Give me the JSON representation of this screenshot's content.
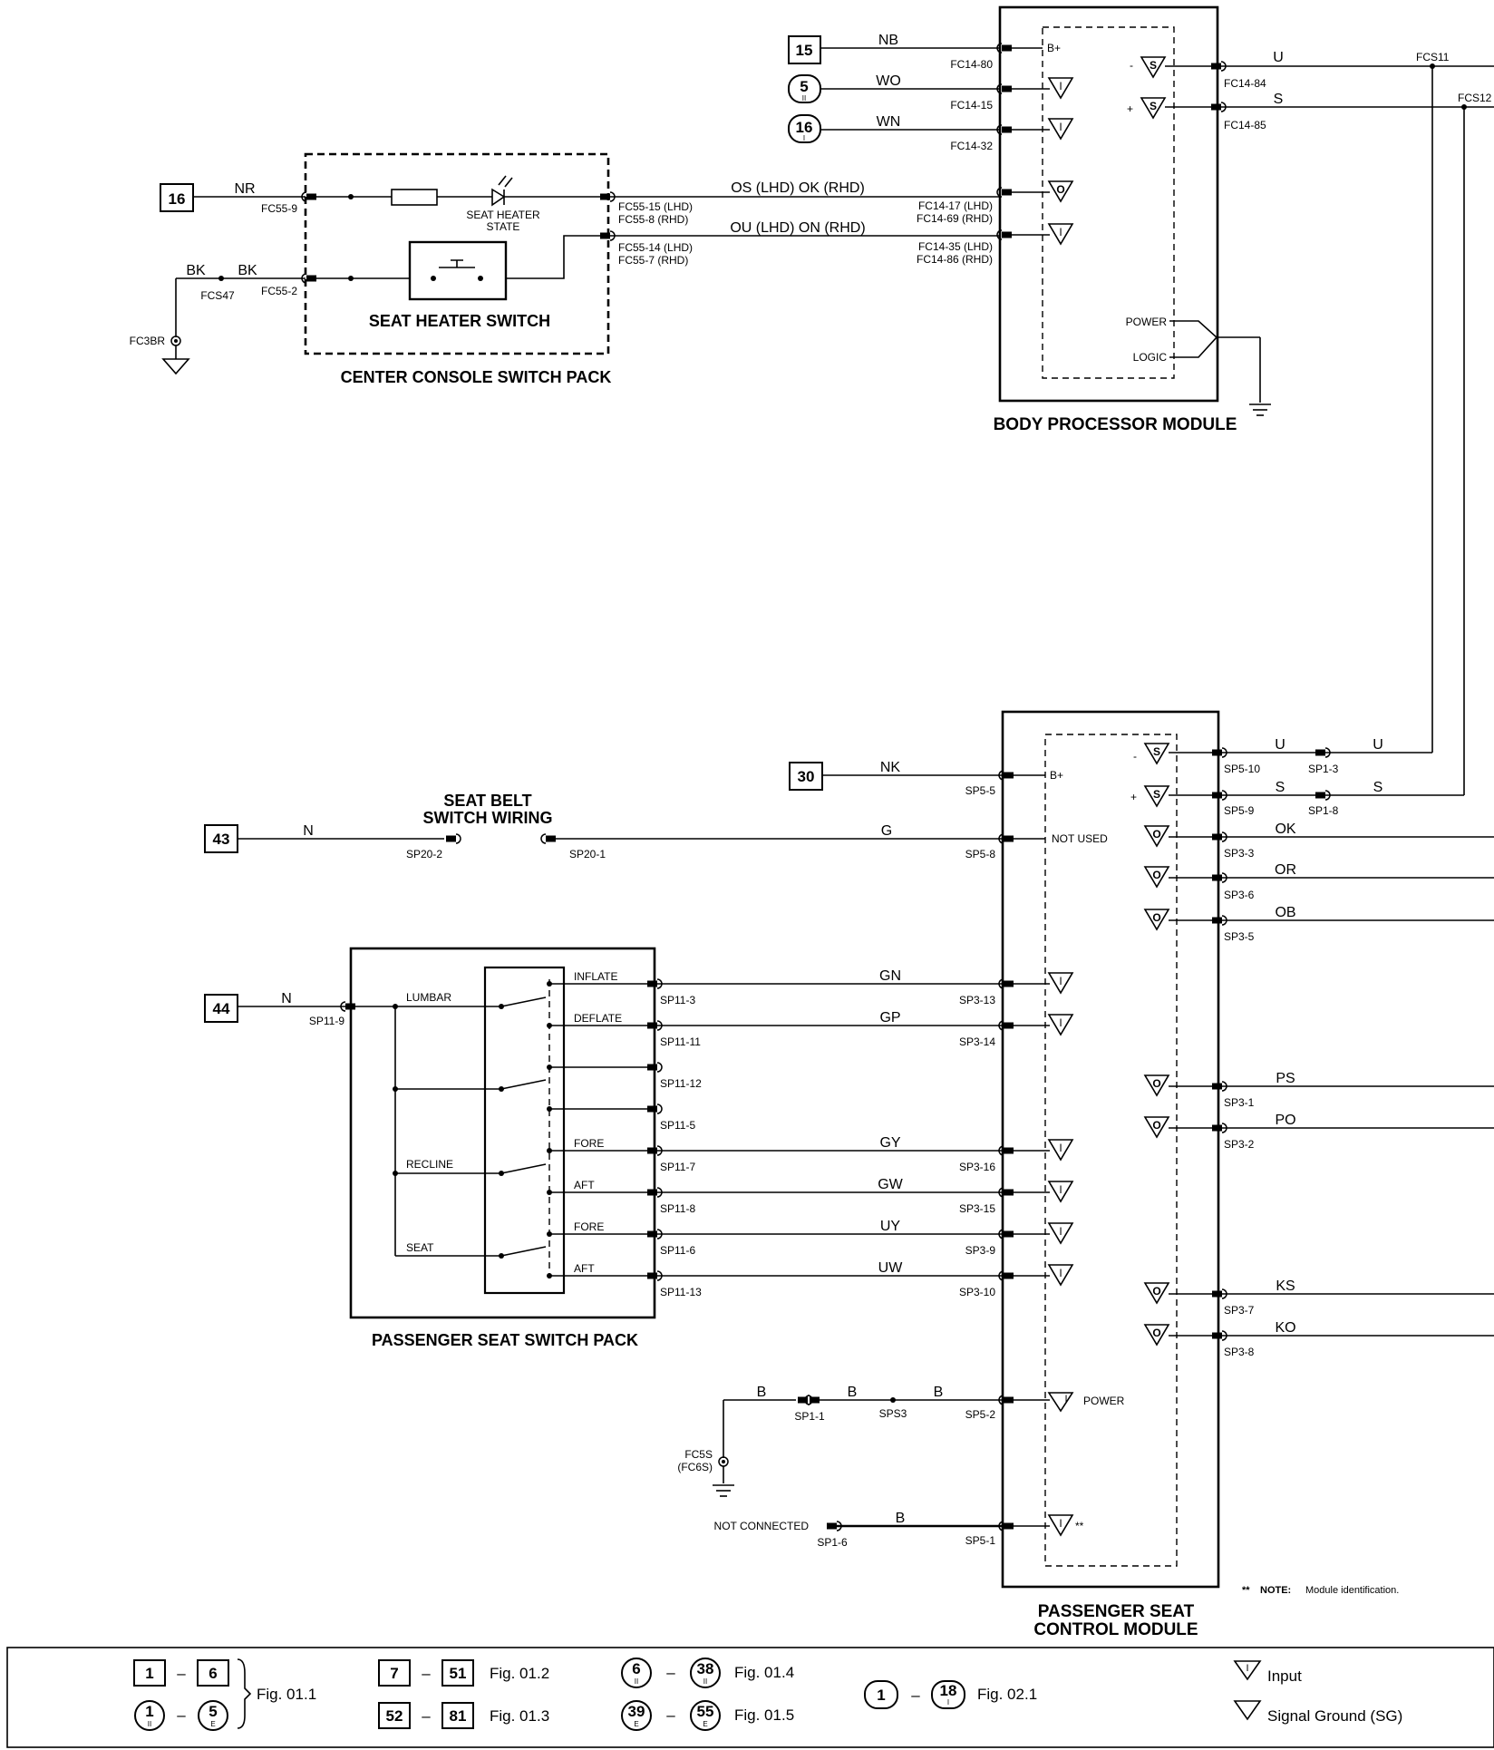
{
  "refs": {
    "r15": "15",
    "r5": "5",
    "r16a": "16",
    "r16b": "16",
    "r30": "30",
    "r43": "43",
    "r44": "44",
    "sub_ii": "II",
    "sub_i": "I"
  },
  "wires": {
    "nb": "NB",
    "wo": "WO",
    "wn": "WN",
    "nr": "NR",
    "bk1": "BK",
    "bk2": "BK",
    "os": "OS (LHD)  OK (RHD)",
    "ou": "OU (LHD)  ON (RHD)",
    "u1": "U",
    "s1": "S",
    "nk": "NK",
    "n43": "N",
    "g": "G",
    "n44": "N",
    "u2": "U",
    "u3": "U",
    "s2": "S",
    "s3": "S",
    "ok": "OK",
    "or": "OR",
    "ob": "OB",
    "gn": "GN",
    "gp": "GP",
    "gy": "GY",
    "gw": "GW",
    "uy": "UY",
    "uw": "UW",
    "ps": "PS",
    "po": "PO",
    "ks": "KS",
    "ko": "KO",
    "b1": "B",
    "b2": "B",
    "b3": "B",
    "b4": "B"
  },
  "connectors": {
    "fc14_80": "FC14-80",
    "fc14_15": "FC14-15",
    "fc14_32": "FC14-32",
    "fc14_84": "FC14-84",
    "fc14_85": "FC14-85",
    "fcs11": "FCS11",
    "fcs12": "FCS12",
    "fc55_9": "FC55-9",
    "fc55_2": "FC55-2",
    "fcs47": "FCS47",
    "fc3br": "FC3BR",
    "fc55_15": "FC55-15 (LHD)",
    "fc55_8": "FC55-8 (RHD)",
    "fc55_14": "FC55-14 (LHD)",
    "fc55_7": "FC55-7 (RHD)",
    "fc14_17": "FC14-17 (LHD)",
    "fc14_69": "FC14-69 (RHD)",
    "fc14_35": "FC14-35 (LHD)",
    "fc14_86": "FC14-86 (RHD)",
    "sp5_5": "SP5-5",
    "sp5_8": "SP5-8",
    "sp20_2": "SP20-2",
    "sp20_1": "SP20-1",
    "sp5_10": "SP5-10",
    "sp5_9": "SP5-9",
    "sp1_3": "SP1-3",
    "sp1_8": "SP1-8",
    "sp3_3": "SP3-3",
    "sp3_6": "SP3-6",
    "sp3_5": "SP3-5",
    "sp11_9": "SP11-9",
    "sp11_3": "SP11-3",
    "sp11_11": "SP11-11",
    "sp11_12": "SP11-12",
    "sp11_5": "SP11-5",
    "sp11_7": "SP11-7",
    "sp11_8": "SP11-8",
    "sp11_6": "SP11-6",
    "sp11_13": "SP11-13",
    "sp3_13": "SP3-13",
    "sp3_14": "SP3-14",
    "sp3_16": "SP3-16",
    "sp3_15": "SP3-15",
    "sp3_9": "SP3-9",
    "sp3_10": "SP3-10",
    "sp3_1": "SP3-1",
    "sp3_2": "SP3-2",
    "sp3_7": "SP3-7",
    "sp3_8": "SP3-8",
    "sp1_1": "SP1-1",
    "sps3": "SPS3",
    "sp5_2": "SP5-2",
    "fc5s": "FC5S",
    "fc6s": "(FC6S)",
    "sp1_6": "SP1-6",
    "sp5_1": "SP5-1"
  },
  "components": {
    "bpm_title": "BODY PROCESSOR MODULE",
    "bplus1": "B+",
    "bplus2": "B+",
    "power": "POWER",
    "logic": "LOGIC",
    "seat_heater_state_1": "SEAT HEATER",
    "seat_heater_state_2": "STATE",
    "seat_heater_switch": "SEAT HEATER SWITCH",
    "console_pack": "CENTER CONSOLE SWITCH PACK",
    "seat_belt_1": "SEAT BELT",
    "seat_belt_2": "SWITCH WIRING",
    "not_used": "NOT USED",
    "lumbar": "LUMBAR",
    "recline": "RECLINE",
    "seat": "SEAT",
    "inflate": "INFLATE",
    "deflate": "DEFLATE",
    "fore1": "FORE",
    "aft1": "AFT",
    "fore2": "FORE",
    "aft2": "AFT",
    "pass_pack": "PASSENGER SEAT SWITCH PACK",
    "psm_power": "POWER",
    "not_connected": "NOT CONNECTED",
    "stars": "**",
    "psm_title_1": "PASSENGER SEAT",
    "psm_title_2": "CONTROL MODULE",
    "note_marker": "**",
    "note_bold": "NOTE:",
    "note_text": "Module identification."
  },
  "symbols": {
    "I": "I",
    "O": "O",
    "S": "S",
    "minus": "-",
    "plus": "+"
  },
  "legend": {
    "g1a": "1",
    "g1b": "6",
    "g1c": "1",
    "g1d": "5",
    "g1c_sub": "II",
    "g1d_sub": "E",
    "fig1": "Fig. 01.1",
    "g2a": "7",
    "g2b": "51",
    "fig2": "Fig. 01.2",
    "g3a": "52",
    "g3b": "81",
    "fig3": "Fig. 01.3",
    "g4a": "6",
    "g4b": "38",
    "g4a_sub": "II",
    "g4b_sub": "II",
    "fig4": "Fig. 01.4",
    "g5a": "39",
    "g5b": "55",
    "g5a_sub": "E",
    "g5b_sub": "E",
    "fig5": "Fig. 01.5",
    "g6a": "1",
    "g6b": "18",
    "g6b_sub": "I",
    "fig6": "Fig. 02.1",
    "input": "Input",
    "sg": "Signal Ground (SG)",
    "dash": "–"
  }
}
